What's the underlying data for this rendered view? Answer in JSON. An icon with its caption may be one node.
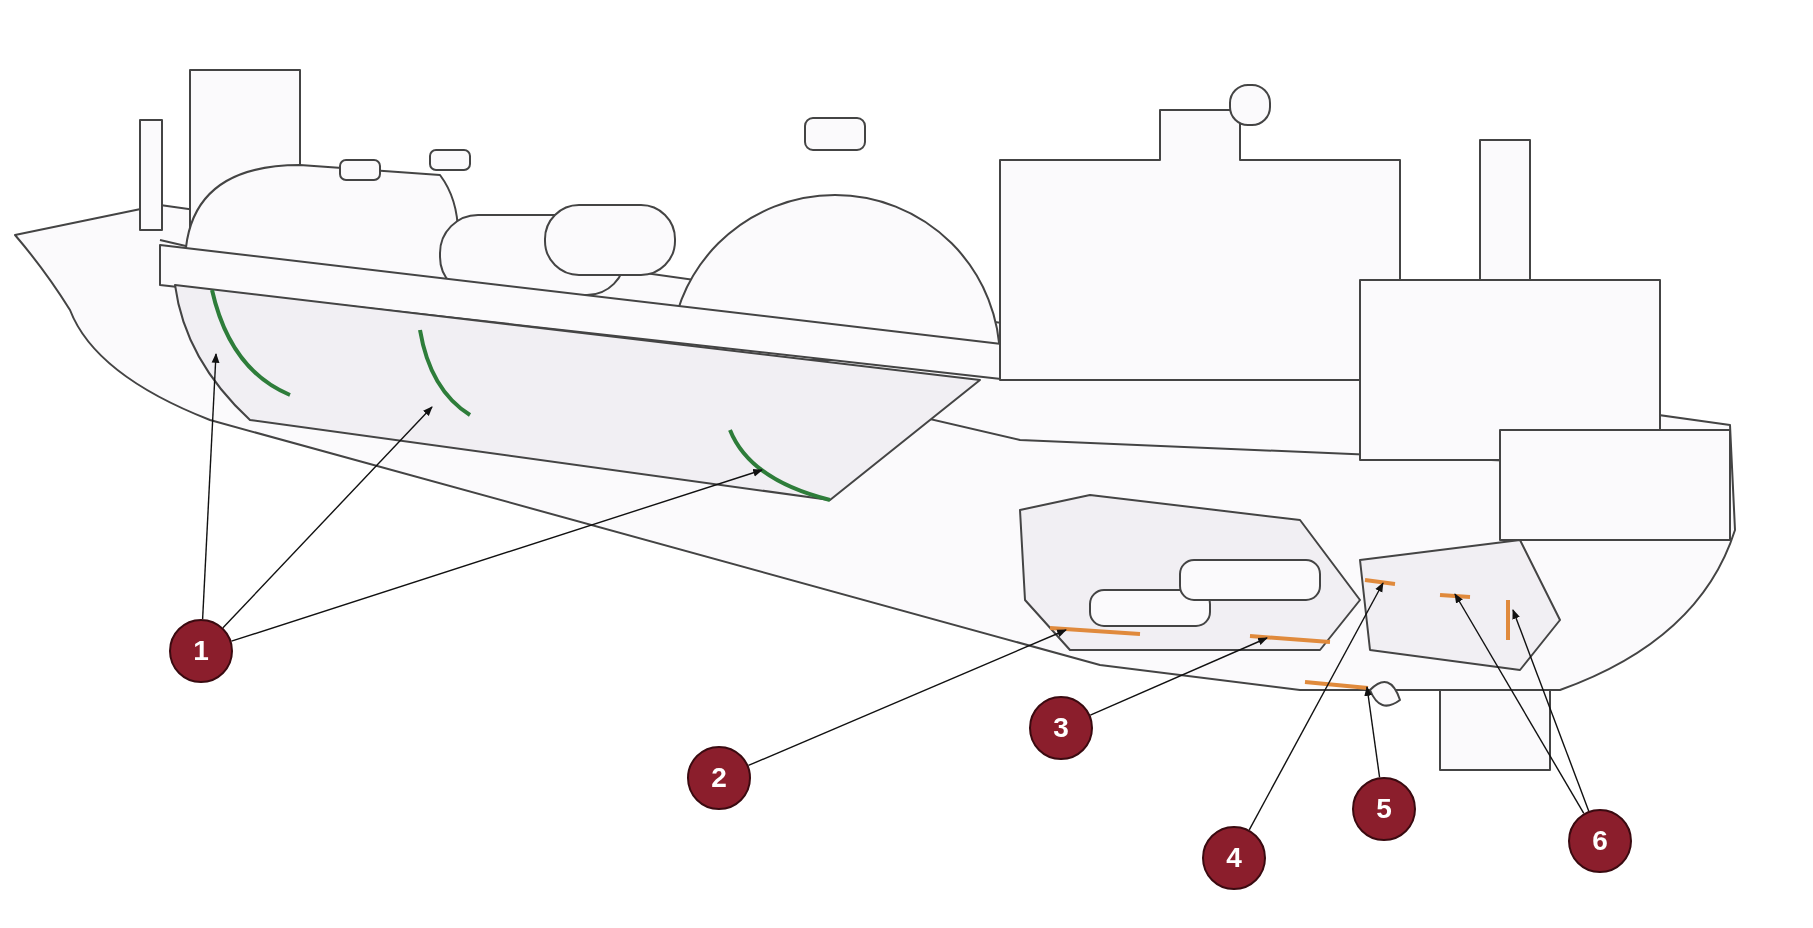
{
  "diagram": {
    "nodes": [
      {
        "text": [
          "1"
        ]
      },
      {
        "text": [
          "2"
        ]
      },
      {
        "text": [
          "3"
        ]
      },
      {
        "text": [
          "4"
        ]
      },
      {
        "text": [
          "5"
        ]
      },
      {
        "text": [
          "6"
        ]
      }
    ],
    "edges": [
      {
        "from": 0,
        "to": null,
        "arrow": "to"
      },
      {
        "from": 0,
        "to": null,
        "arrow": "to"
      },
      {
        "from": 0,
        "to": null,
        "arrow": "to"
      },
      {
        "from": 1,
        "to": null,
        "arrow": "to"
      },
      {
        "from": 2,
        "to": null,
        "arrow": "to"
      },
      {
        "from": 3,
        "to": null,
        "arrow": "to"
      },
      {
        "from": 4,
        "to": null,
        "arrow": "to"
      },
      {
        "from": 5,
        "to": null,
        "arrow": "to"
      },
      {
        "from": 5,
        "to": null,
        "arrow": "to"
      }
    ]
  }
}
